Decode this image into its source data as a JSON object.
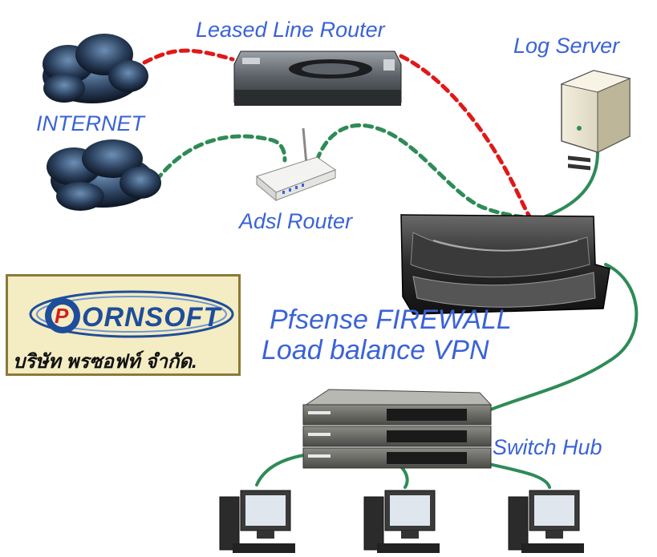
{
  "labels": {
    "leased_line_router": "Leased Line Router",
    "log_server": "Log Server",
    "internet": "INTERNET",
    "adsl_router": "Adsl Router",
    "firewall_line1": "Pfsense FIREWALL",
    "firewall_line2": "Load balance   VPN",
    "switch_hub": "Switch Hub"
  },
  "logo": {
    "brand": "ORNSOFT",
    "brand_initial": "P",
    "company_thai": "บริษัท พรซอฟท์ จำกัด."
  },
  "colors": {
    "label_blue": "#3a63d6",
    "leased_link_red": "#e01818",
    "adsl_link_green": "#2e8b57",
    "lan_link_green": "#2e8b57"
  },
  "icons": [
    "cloud-icon",
    "router-icon",
    "wifi-router-icon",
    "server-icon",
    "firewall-icon",
    "switch-icon",
    "computer-icon"
  ]
}
